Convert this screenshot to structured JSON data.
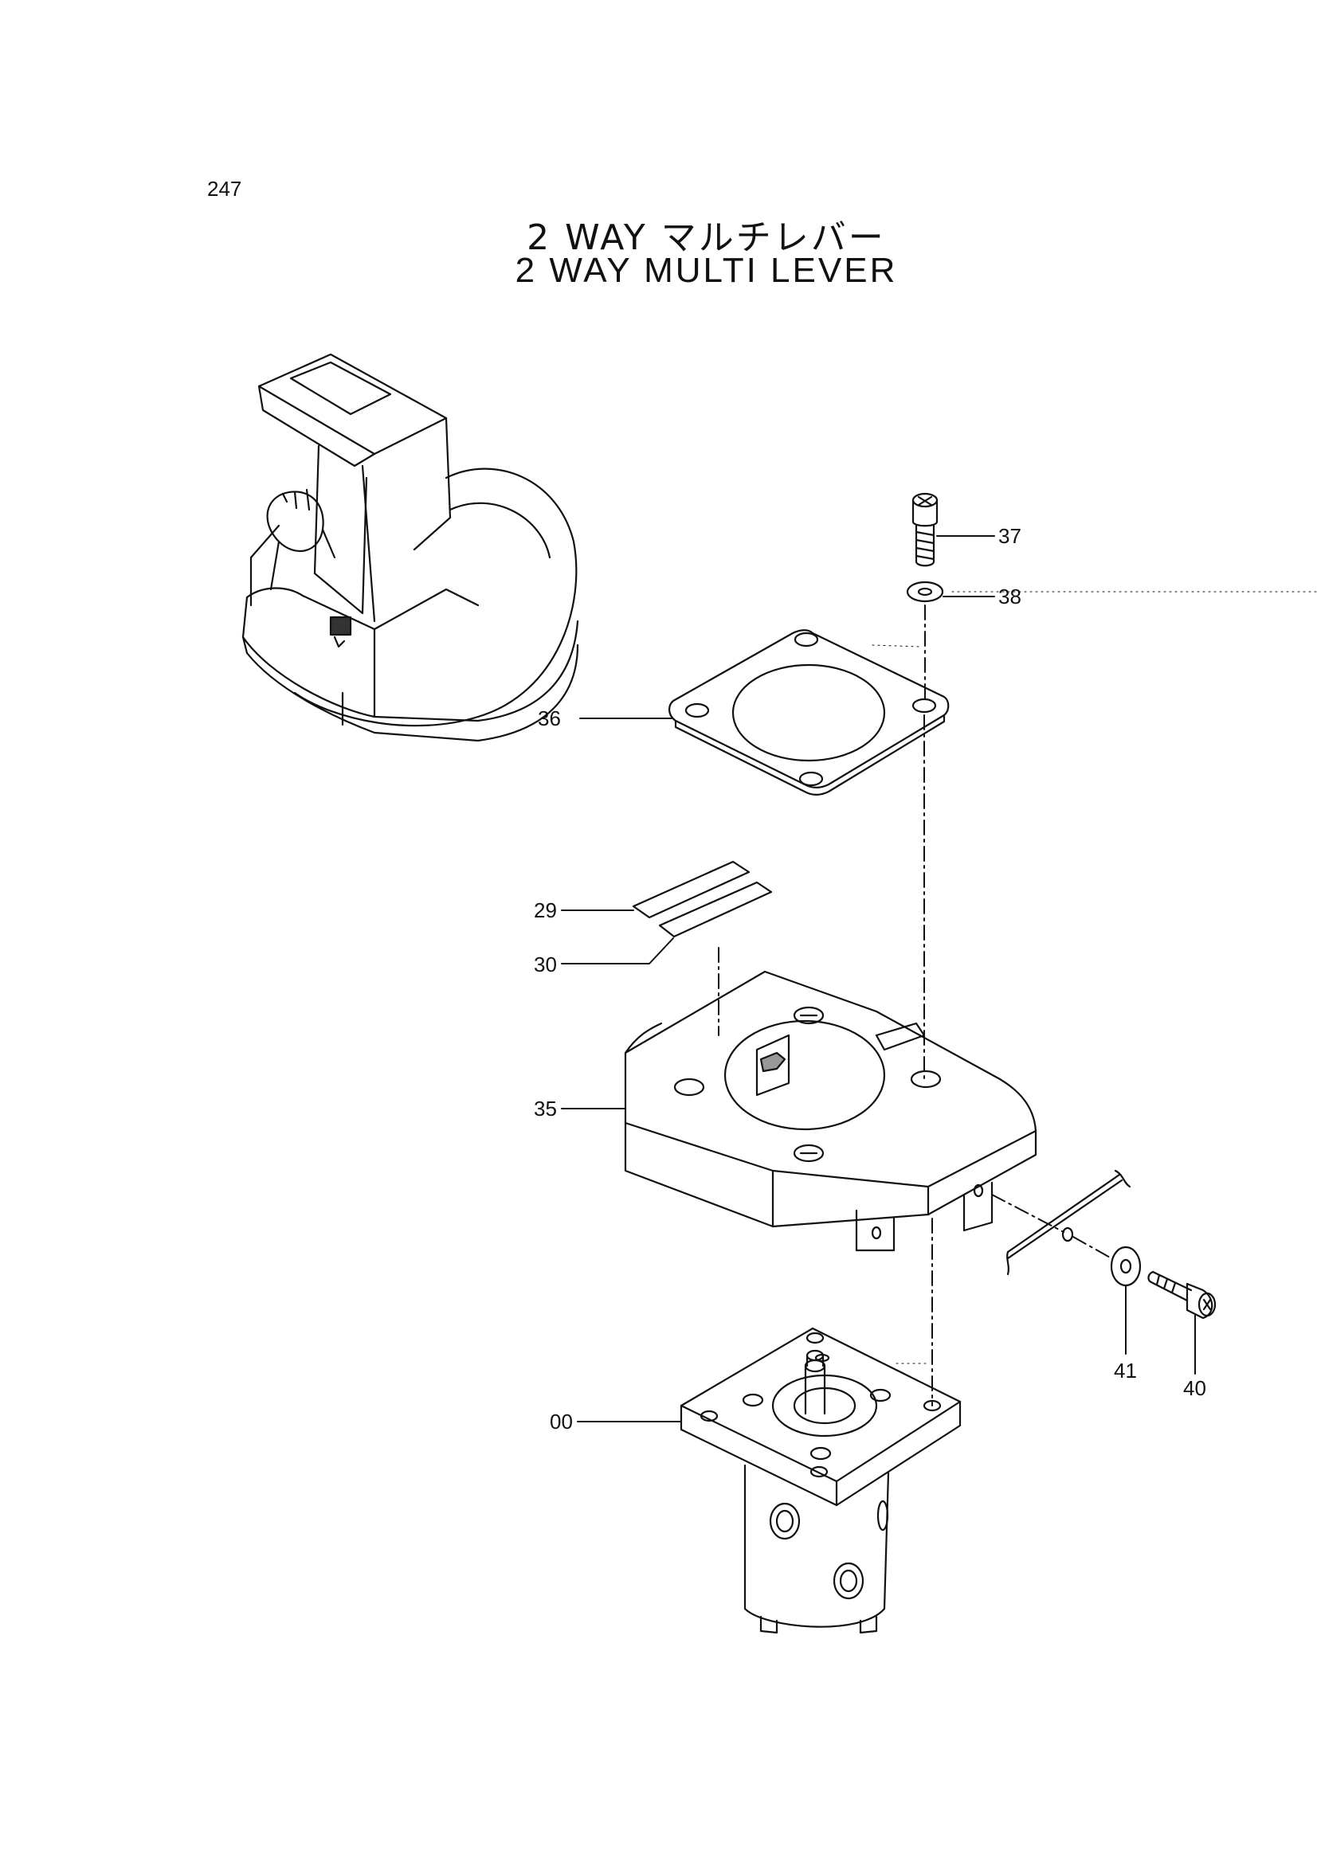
{
  "page_number": "247",
  "title_jp": "2 WAY マルチレバー",
  "title_en": "2 WAY  MULTI  LEVER",
  "callouts": {
    "c37": "37",
    "c38": "38",
    "c36": "36",
    "c29": "29",
    "c30": "30",
    "c35": "35",
    "c41": "41",
    "c40": "40",
    "c00": "00"
  }
}
